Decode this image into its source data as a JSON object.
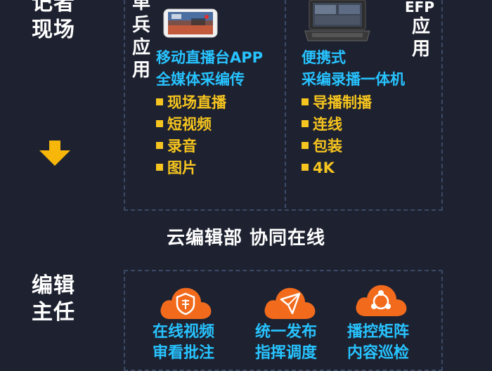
{
  "left_labels": {
    "reporter": "记者\n现场",
    "editor": "编辑\n主任"
  },
  "top_panel": {
    "single_soldier_label": "单\n兵\n应\n用",
    "efp_label_top": "EFP",
    "efp_label_rest": "应\n用",
    "left_col": {
      "title_line1": "移动直播台APP",
      "title_line2": "全媒体采编传",
      "items": [
        "现场直播",
        "短视频",
        "录音",
        "图片"
      ]
    },
    "right_col": {
      "title_line1": "便携式",
      "title_line2": "采编录播一体机",
      "items": [
        "导播制播",
        "连线",
        "包装",
        "4K"
      ]
    }
  },
  "middle_heading": "云编辑部 协同在线",
  "bottom_panel": {
    "items": [
      {
        "icon": "shield-cloud-icon",
        "line1": "在线视频",
        "line2": "审看批注"
      },
      {
        "icon": "send-cloud-icon",
        "line1": "统一发布",
        "line2": "指挥调度"
      },
      {
        "icon": "network-cloud-icon",
        "line1": "播控矩阵",
        "line2": "内容巡检"
      }
    ]
  },
  "colors": {
    "background": "#1e2230",
    "accent_cyan": "#27c3ff",
    "accent_yellow": "#f7c51f",
    "accent_orange": "#f26b1d"
  }
}
